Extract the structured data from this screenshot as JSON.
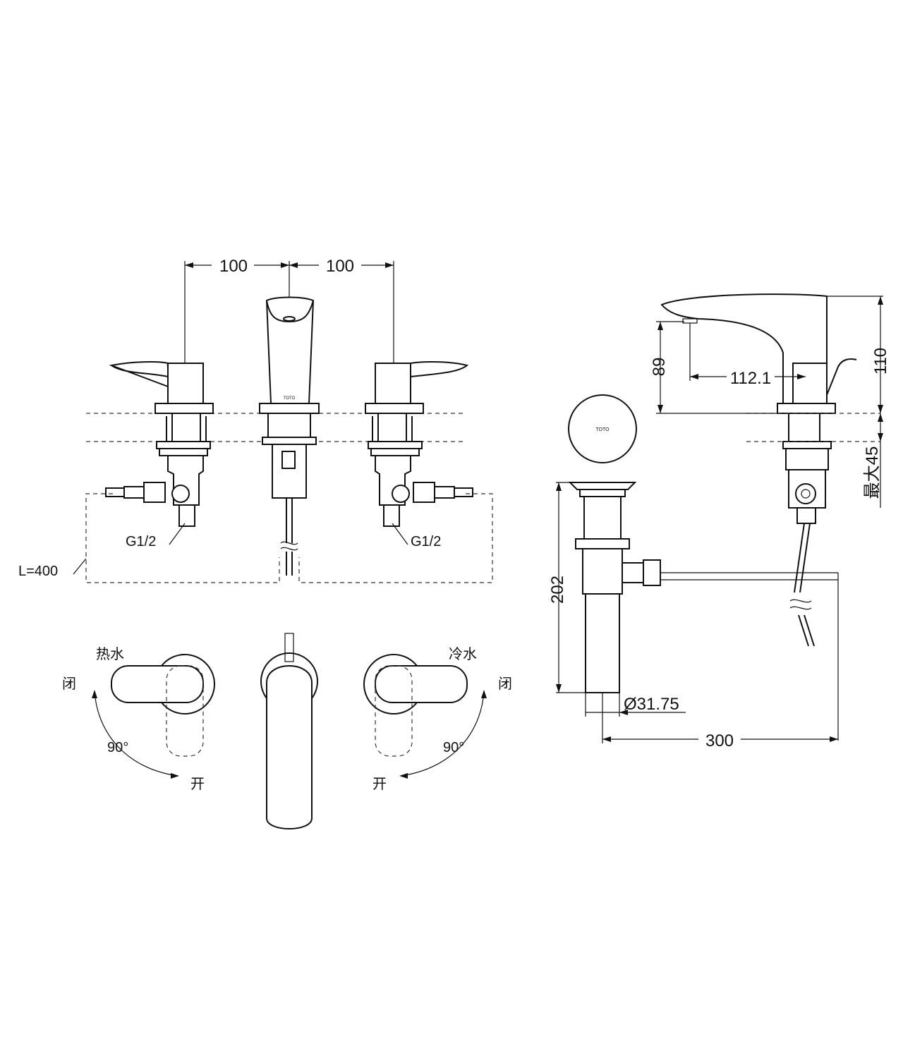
{
  "dimensions": {
    "spacing_left": "100",
    "spacing_right": "100",
    "supply_left": "G1/2",
    "supply_right": "G1/2",
    "hose_length": "L=400",
    "spout_height": "89",
    "total_height": "110",
    "reach": "112.1",
    "max_deck": "最大45",
    "drain_length": "202",
    "drain_diameter": "Ø31.75",
    "pull_rod": "300"
  },
  "top_view": {
    "hot_label": "热水",
    "cold_label": "冷水",
    "close_left": "闭",
    "close_right": "闭",
    "open_left": "开",
    "open_right": "开",
    "angle_left": "90°",
    "angle_right": "90°"
  },
  "brand_mark": "TOTO"
}
